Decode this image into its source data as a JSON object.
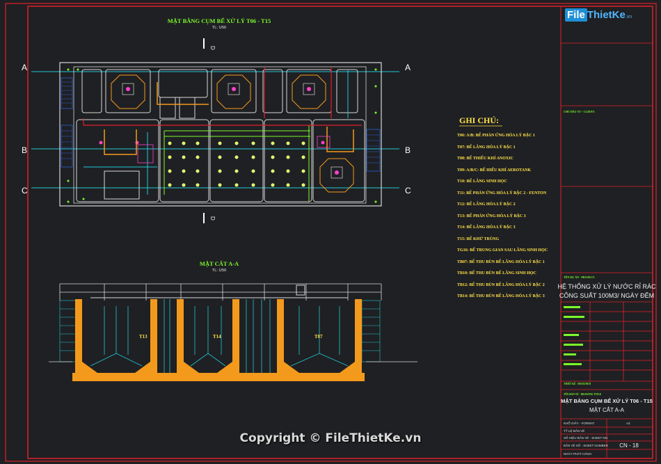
{
  "plan": {
    "title": "MẶT BẰNG CỤM BỂ XỬ LÝ T06 - T15",
    "scale": "TL: 1/50",
    "axes": [
      "A",
      "B",
      "C"
    ],
    "section_mark": "D"
  },
  "section": {
    "title": "MẶT CẮT A-A",
    "scale": "TL: 1/50",
    "tank_labels": [
      "T13",
      "T14",
      "T07"
    ]
  },
  "notes": {
    "heading": "GHI CHÚ:",
    "items": [
      "T06: A/B: BỂ PHẢN ỨNG HÓA LÝ BẬC 1",
      "T07: BỂ LẮNG HÓA LÝ BẬC 1",
      "T08: BỂ THIẾU KHÍ ANOXIC",
      "T09: A/B/C: BỂ HIẾU KHÍ AEROTANK",
      "T10: BỂ LẮNG SINH HỌC",
      "T11: BỂ PHẢN ỨNG HÓA LÝ BẬC 2 - FENTON",
      "T12: BỂ LẮNG HÓA LÝ BẬC 2",
      "T13: BỂ PHẢN ỨNG HÓA LÝ BẬC 3",
      "T14: BỂ LẮNG HÓA LÝ BẬC 3",
      "T15: BỂ KHỬ TRÙNG",
      "TG16: BỂ TRUNG GIAN SAU LẮNG SINH HỌC",
      "TB07: BỂ THU BÙN BỂ LẮNG HÓA LÝ BẬC 1",
      "TB10: BỂ THU BÙN BỂ LẮNG SINH HỌC",
      "TB12: BỂ THU BÙN BỂ LẮNG HÓA LÝ BẬC 2",
      "TB14: BỂ THU BÙN BỂ LẮNG HÓA LÝ BẬC 3"
    ]
  },
  "title_block": {
    "logo_box": "File",
    "logo_rest": "ThietKe",
    "logo_sup": ".vn",
    "client_label": "CHỦ ĐẦU TƯ - CLIENT:",
    "project_label": "TÊN DỰ ÁN - PROJECT:",
    "project_line1": "HỆ THỐNG XỬ LÝ NƯỚC RỈ RÁC",
    "project_line2": "CÔNG SUẤT 100M3/ NGÀY ĐÊM",
    "design_label": "THIẾT KẾ - DESIGNED",
    "drawing_label": "TÊN BẢN VẼ - DRAWING TITLE",
    "drawing_line1": "MẶT BẰNG CỤM BỂ XỬ LÝ T06 - T15",
    "drawing_line2": "MẶT CẮT A-A",
    "row_paper": "KHỔ GIẤY - FORMAT",
    "paper_value": "A3",
    "row_scale": "TỶ LỆ BẢN VẼ",
    "row_sheet": "SỐ HIỆU BẢN VẼ - SHEET NO.",
    "row_number": "BẢN VẼ SỐ - SHEET NUMBER",
    "number_value": "CN - 18",
    "row_date": "NGÀY PHÁT HÀNH"
  },
  "footer": {
    "copyright": "Copyright © FileThietKe.vn"
  },
  "colors": {
    "frame": "#e0202a",
    "green_text": "#7cfc2a",
    "yellow_text": "#ffe24a",
    "cyan": "#20c8d8",
    "orange": "#f39a1c",
    "background": "#1f2023"
  }
}
